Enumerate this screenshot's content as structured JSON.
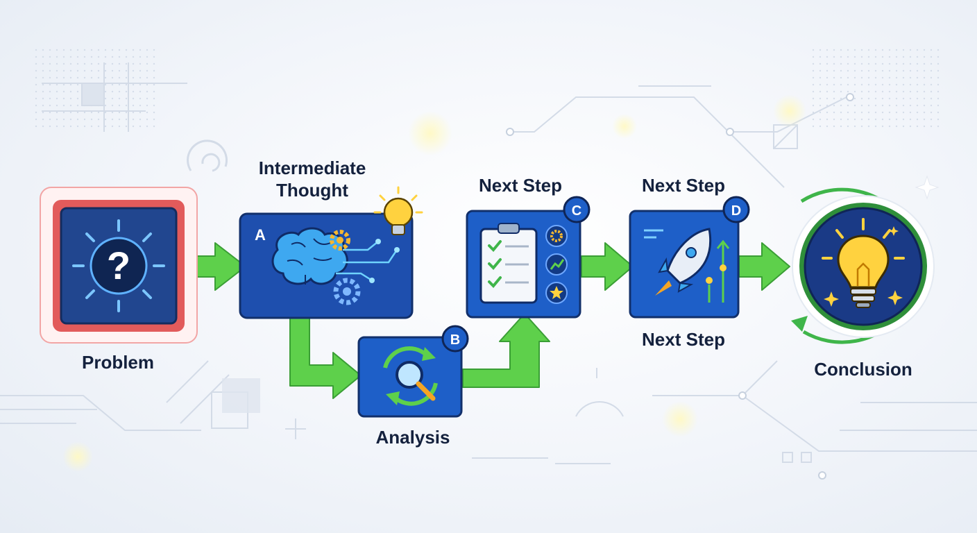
{
  "nodes": {
    "problem": {
      "label": "Problem"
    },
    "intermediate": {
      "badge": "A",
      "label_line1": "Intermediate",
      "label_line2": "Thought"
    },
    "analysis": {
      "badge": "B",
      "label": "Analysis"
    },
    "next_step_c": {
      "badge": "C",
      "label": "Next Step"
    },
    "next_step_d": {
      "badge": "D",
      "label_top": "Next Step",
      "label_bottom": "Next Step"
    },
    "conclusion": {
      "label": "Conclusion"
    }
  },
  "icons": {
    "problem": "question-mark-icon",
    "intermediate": "brain-gears-icon",
    "intermediate_extra": "lightbulb-icon",
    "analysis": "magnifier-cycle-icon",
    "next_step_c": "checklist-clipboard-icon",
    "next_step_d": "rocket-icon",
    "conclusion": "lightbulb-icon"
  },
  "colors": {
    "node_fill": "#1e5fc8",
    "node_border": "#14366e",
    "arrow": "#5ed04b",
    "problem_frame": "#e05a5a",
    "conclusion_ring": "#3fb54a",
    "bulb": "#ffd23f"
  }
}
